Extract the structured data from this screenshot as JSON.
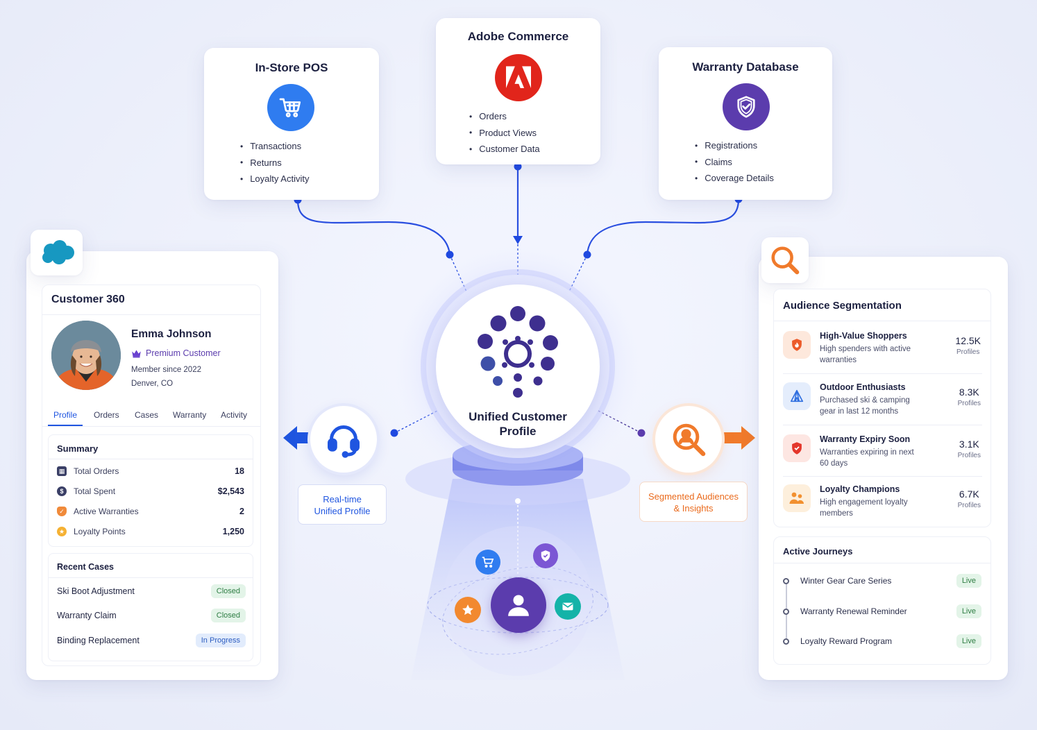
{
  "sources": {
    "pos": {
      "title": "In-Store POS",
      "items": [
        "Transactions",
        "Returns",
        "Loyalty Activity"
      ],
      "icon": "cart-icon",
      "color": "#2f7cf0"
    },
    "commerce": {
      "title": "Adobe Commerce",
      "items": [
        "Orders",
        "Product Views",
        "Customer Data"
      ],
      "icon": "adobe-logo-icon",
      "color": "#e1251b"
    },
    "warranty": {
      "title": "Warranty Database",
      "items": [
        "Registrations",
        "Claims",
        "Coverage Details"
      ],
      "icon": "shield-check-icon",
      "color": "#5b3cad"
    }
  },
  "hub": {
    "title_line1": "Unified Customer",
    "title_line2": "Profile",
    "accent": "#4a3a9a"
  },
  "left_connector": {
    "label_line1": "Real-time",
    "label_line2": "Unified Profile",
    "icon": "headset-icon",
    "color": "#1f55e0"
  },
  "right_connector": {
    "label_line1": "Segmented Audiences",
    "label_line2": "& Insights",
    "icon": "user-search-icon",
    "color": "#f07a2b"
  },
  "customer360": {
    "logo": "salesforce-cloud-icon",
    "title": "Customer 360",
    "name": "Emma Johnson",
    "tier": "Premium Customer",
    "member_since": "Member since 2022",
    "location": "Denver, CO",
    "tabs": [
      "Profile",
      "Orders",
      "Cases",
      "Warranty",
      "Activity"
    ],
    "active_tab": "Profile",
    "summary": {
      "title": "Summary",
      "rows": [
        {
          "label": "Total Orders",
          "value": "18",
          "icon": "orders-icon"
        },
        {
          "label": "Total Spent",
          "value": "$2,543",
          "icon": "dollar-icon"
        },
        {
          "label": "Active Warranties",
          "value": "2",
          "icon": "shield-icon"
        },
        {
          "label": "Loyalty Points",
          "value": "1,250",
          "icon": "star-icon"
        }
      ]
    },
    "cases": {
      "title": "Recent Cases",
      "rows": [
        {
          "label": "Ski Boot Adjustment",
          "status": "Closed"
        },
        {
          "label": "Warranty Claim",
          "status": "Closed"
        },
        {
          "label": "Binding Replacement",
          "status": "In Progress"
        }
      ]
    }
  },
  "audience": {
    "logo": "magnifier-icon",
    "title": "Audience Segmentation",
    "segments": [
      {
        "name": "High-Value Shoppers",
        "desc": "High spenders with active warranties",
        "count": "12.5K",
        "unit": "Profiles",
        "icon": "shield-flame-icon"
      },
      {
        "name": "Outdoor Enthusiasts",
        "desc": "Purchased ski & camping gear in last 12 months",
        "count": "8.3K",
        "unit": "Profiles",
        "icon": "tent-icon"
      },
      {
        "name": "Warranty Expiry Soon",
        "desc": "Warranties expiring in next 60 days",
        "count": "3.1K",
        "unit": "Profiles",
        "icon": "shield-alert-icon"
      },
      {
        "name": "Loyalty Champions",
        "desc": "High engagement loyalty members",
        "count": "6.7K",
        "unit": "Profiles",
        "icon": "people-icon"
      }
    ],
    "journeys_title": "Active Journeys",
    "journeys": [
      {
        "name": "Winter Gear Care Series",
        "status": "Live"
      },
      {
        "name": "Warranty Renewal Reminder",
        "status": "Live"
      },
      {
        "name": "Loyalty Reward Program",
        "status": "Live"
      }
    ]
  }
}
